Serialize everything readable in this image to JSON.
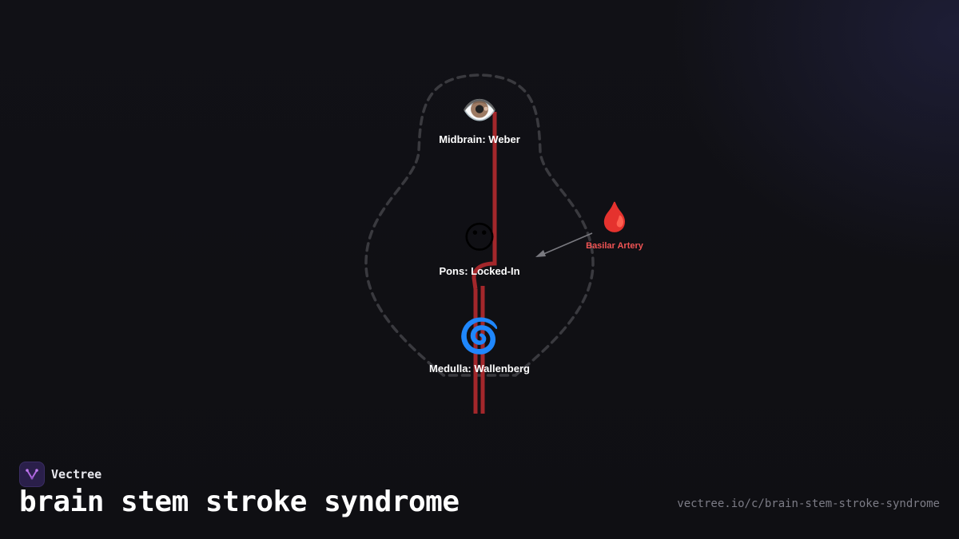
{
  "diagram": {
    "nodes": [
      {
        "icon": "👁️",
        "label": "Midbrain: Weber"
      },
      {
        "icon": "😶",
        "label": "Pons: Locked-In"
      },
      {
        "icon": "🌀",
        "label": "Medulla: Wallenberg"
      }
    ],
    "artery": {
      "icon": "🩸",
      "label": "Basilar Artery"
    }
  },
  "brand": {
    "name": "Vectree"
  },
  "title": "brain stem stroke syndrome",
  "url": "vectree.io/c/brain-stem-stroke-syndrome",
  "colors": {
    "background": "#111116",
    "vessel": "#a3272b",
    "outline": "#3a3a3f",
    "artery_label": "#f05454",
    "pointer": "#7a7a80"
  }
}
